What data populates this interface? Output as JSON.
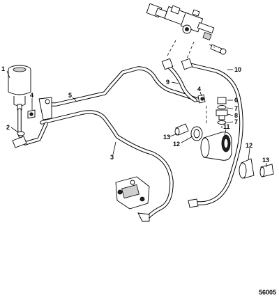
{
  "callouts": {
    "c1": "1",
    "c2": "2",
    "c3": "3",
    "c4a": "4",
    "c4b": "4",
    "c5": "5",
    "c6": "6",
    "c7a": "7",
    "c7b": "7",
    "c8": "8",
    "c9": "9",
    "c10": "10",
    "c11": "11",
    "c12a": "12",
    "c12b": "12",
    "c13a": "13",
    "c13b": "13"
  },
  "figure_number": "56005"
}
